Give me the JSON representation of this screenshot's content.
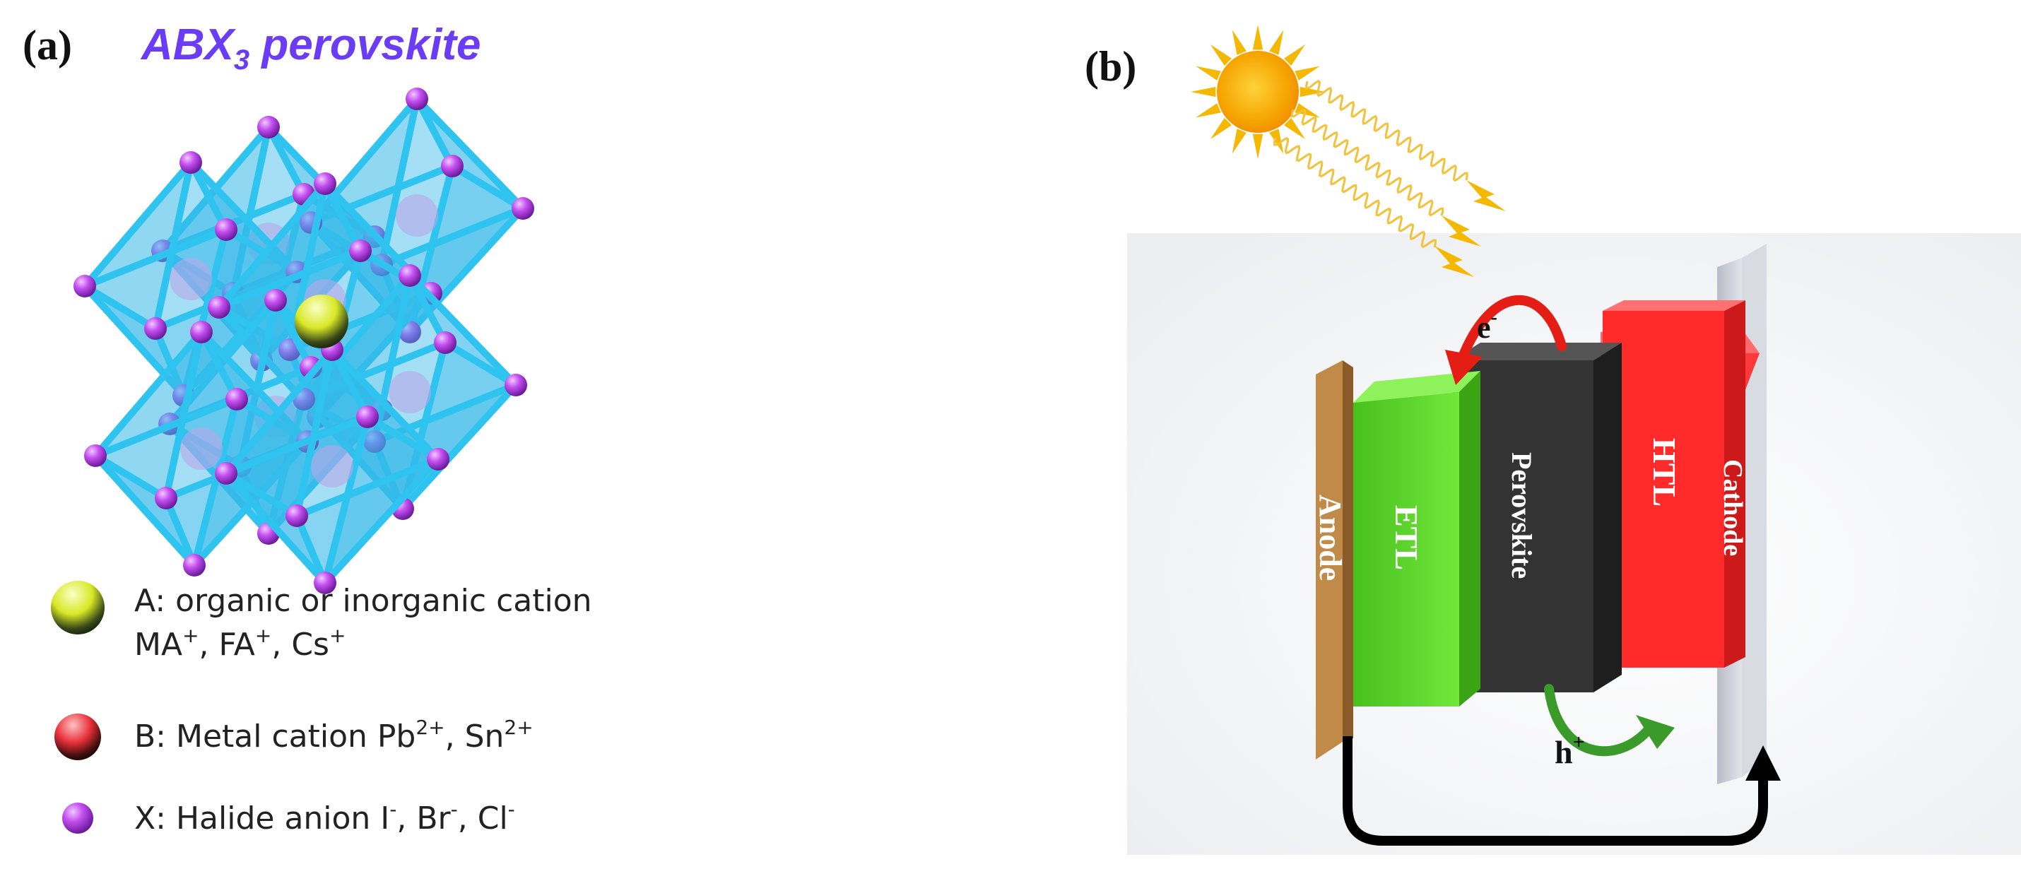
{
  "panel_a": {
    "label": "(a)",
    "title_prefix": "ABX",
    "title_subscript": "3",
    "title_suffix": " perovskite",
    "legend": [
      {
        "icon": "yellow-green-sphere-icon",
        "text_1": "A: organic or inorganic cation MA",
        "sup_1": "+",
        "text_2": ", FA",
        "sup_2": "+",
        "text_3": ", Cs",
        "sup_3": "+"
      },
      {
        "icon": "red-sphere-icon",
        "text_1": "B: Metal cation Pb",
        "sup_1": "2+",
        "text_2": ", Sn",
        "sup_2": "2+"
      },
      {
        "icon": "purple-sphere-icon",
        "text_1": "X: Halide anion I",
        "sup_1": "-",
        "text_2": ", Br",
        "sup_2": "-",
        "text_3": ", Cl",
        "sup_3": "-"
      }
    ],
    "colors": {
      "octahedron": "#35b8e8",
      "x_atom": "#c44ff0",
      "a_atom": "#d8e825",
      "b_atom": "#e8303a",
      "title": "#6a3cf5"
    }
  },
  "panel_b": {
    "label": "(b)",
    "layers": {
      "anode": "Anode",
      "etl": "ETL",
      "perovskite": "Perovskite",
      "htl": "HTL",
      "cathode": "Cathode"
    },
    "electron_label": "e",
    "electron_sup": "-",
    "hole_label": "h",
    "hole_sup": "+",
    "colors": {
      "anode": "#b07838",
      "etl": "#5fd82e",
      "perovskite": "#333333",
      "htl": "#ff2a2a",
      "cathode": "#c9cdd8",
      "electron_arrow": "#e41e14",
      "hole_arrow": "#3a9a2a",
      "circuit": "#000000",
      "sun": "#f5b800",
      "light_wave": "#f2c23a"
    }
  }
}
